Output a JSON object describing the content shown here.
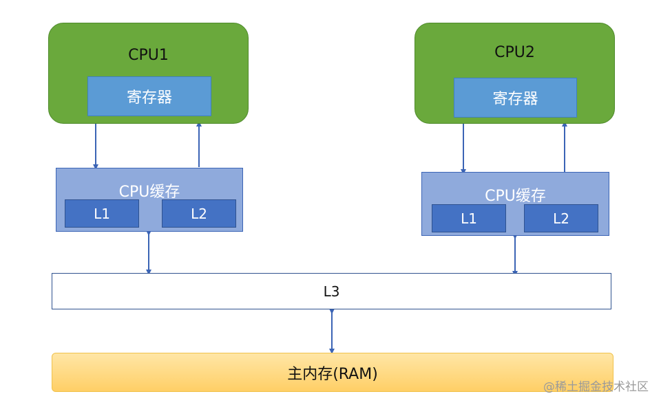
{
  "cpus": [
    {
      "title": "CPU1",
      "register_label": "寄存器",
      "cache_title": "CPU缓存",
      "l1_label": "L1",
      "l2_label": "L2"
    },
    {
      "title": "CPU2",
      "register_label": "寄存器",
      "cache_title": "CPU缓存",
      "l1_label": "L1",
      "l2_label": "L2"
    }
  ],
  "l3_label": "L3",
  "ram_label": "主内存(RAM)",
  "watermark": "@稀土掘金技术社区",
  "colors": {
    "cpu_fill": "#6aa93c",
    "register_fill": "#5b9bd5",
    "cache_fill": "#8faadc",
    "level_fill": "#4472c4",
    "ram_fill": "#ffd978",
    "arrow": "#3b64b5"
  }
}
